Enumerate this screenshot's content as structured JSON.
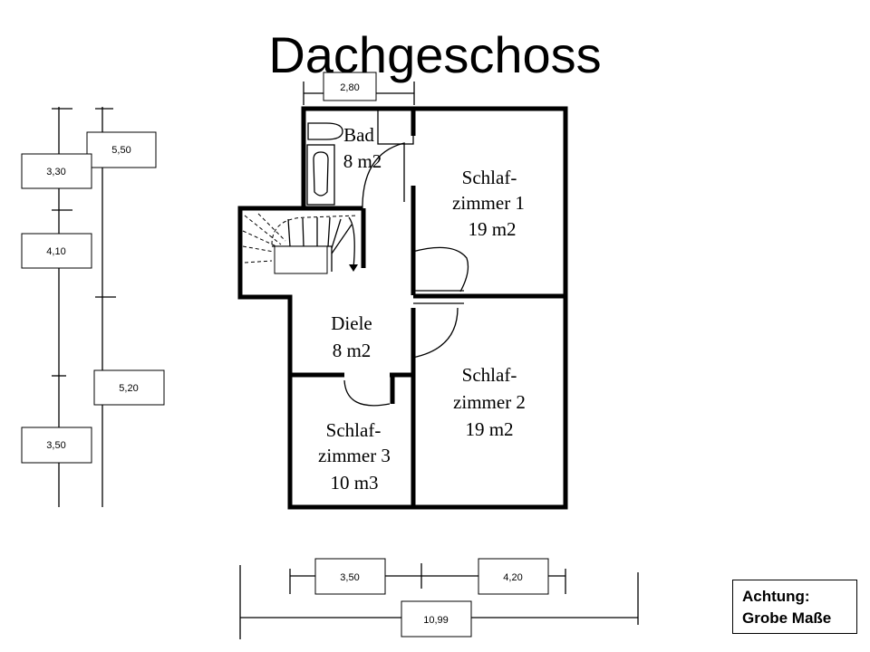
{
  "title": "Dachgeschoss",
  "rooms": {
    "bad": [
      "Bad",
      "8 m2"
    ],
    "schlaf1": [
      "Schlaf-",
      "zimmer 1",
      "19 m2"
    ],
    "diele": [
      "Diele",
      "8 m2"
    ],
    "schlaf2": [
      "Schlaf-",
      "zimmer 2",
      "19 m2"
    ],
    "schlaf3": [
      "Schlaf-",
      "zimmer 3",
      "10 m3"
    ]
  },
  "dimensions": {
    "top": "2,80",
    "left": {
      "outer_top": "5,50",
      "inner_top": "3,30",
      "inner_mid": "4,10",
      "outer_bottom": "5,20",
      "inner_bottom": "3,50"
    },
    "bottom": {
      "a": "3,50",
      "b": "4,20",
      "total": "10,99"
    }
  },
  "note": [
    "Achtung:",
    "Grobe Maße"
  ]
}
